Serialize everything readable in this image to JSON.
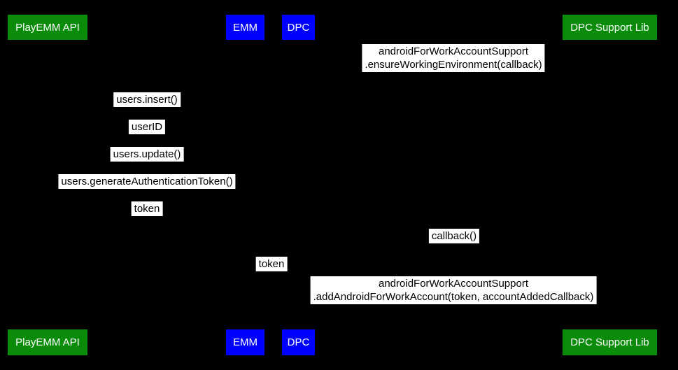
{
  "colors": {
    "background": "#000000",
    "actor_green": "#0a8c0a",
    "actor_blue": "#0000ff",
    "actor_text": "#ffffff",
    "message_bg": "#ffffff",
    "message_text": "#000000"
  },
  "actors": [
    {
      "label": "PlayEMM API",
      "color": "actor_green"
    },
    {
      "label": "EMM",
      "color": "actor_blue"
    },
    {
      "label": "DPC",
      "color": "actor_blue"
    },
    {
      "label": "DPC Support Lib",
      "color": "actor_green"
    }
  ],
  "messages": [
    {
      "lines": [
        "androidForWorkAccountSupport",
        ".ensureWorkingEnvironment(callback)"
      ]
    },
    {
      "lines": [
        "users.insert()"
      ]
    },
    {
      "lines": [
        "userID"
      ]
    },
    {
      "lines": [
        "users.update()"
      ]
    },
    {
      "lines": [
        "users.generateAuthenticationToken()"
      ]
    },
    {
      "lines": [
        "token"
      ]
    },
    {
      "lines": [
        "callback()"
      ]
    },
    {
      "lines": [
        "token"
      ]
    },
    {
      "lines": [
        "androidForWorkAccountSupport",
        ".addAndroidForWorkAccount(token, accountAddedCallback)"
      ]
    }
  ]
}
